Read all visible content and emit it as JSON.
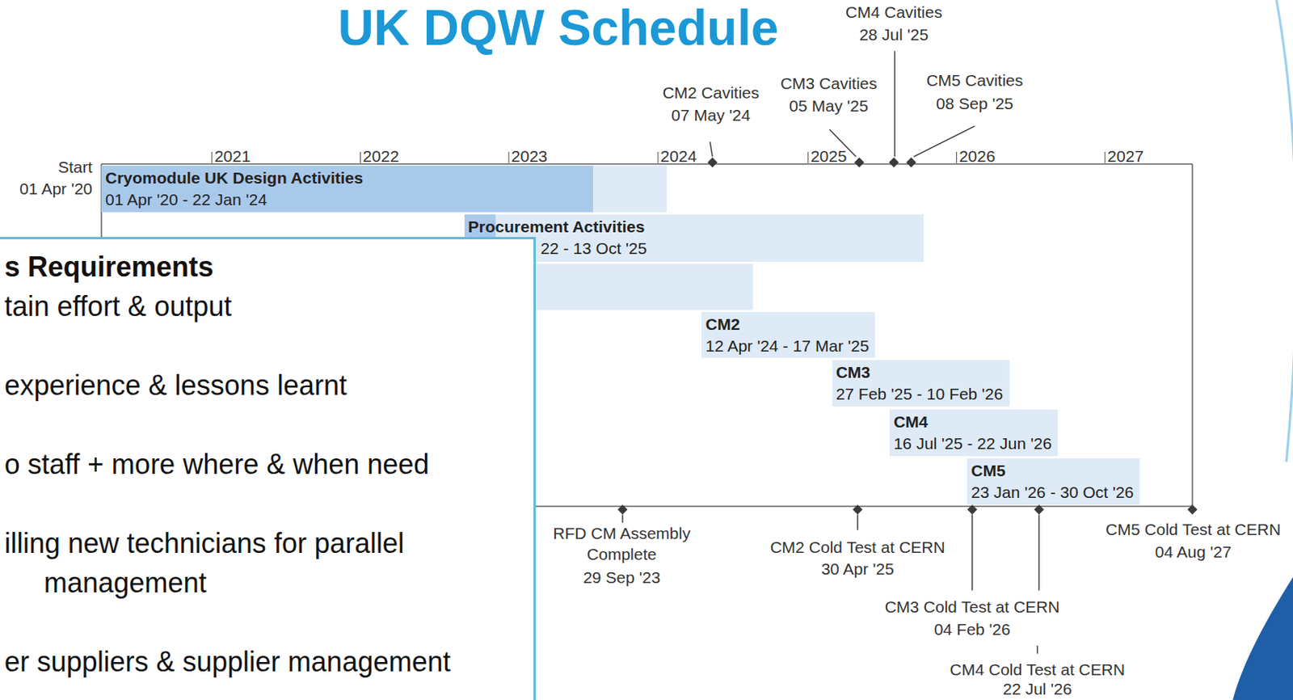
{
  "diagram": {
    "title": "UK DQW Schedule",
    "nodes": [
      {
        "text": [
          "Cryomodule UK Design Activities",
          "01 Apr '20 - 22 Jan '24"
        ]
      },
      {
        "text": [
          "Procurement Activities",
          "22 - 13 Oct '25"
        ]
      },
      {
        "text": [
          "CM2",
          "12 Apr '24 - 17 Mar '25"
        ]
      },
      {
        "text": [
          "CM3",
          "27 Feb '25 - 10 Feb '26"
        ]
      },
      {
        "text": [
          "CM4",
          "16 Jul '25 - 22 Jun '26"
        ]
      },
      {
        "text": [
          "CM5",
          "23 Jan '26 - 30 Oct '26"
        ]
      },
      {
        "text": [
          "s Requirements",
          "tain effort & output",
          "experience & lessons learnt",
          "o staff + more where & when need",
          "illing new technicians for parallel management",
          "er suppliers & supplier management"
        ]
      }
    ],
    "labels": [
      "Start",
      "01 Apr '20",
      "2021",
      "2022",
      "2023",
      "2024",
      "2025",
      "2026",
      "2027",
      "CM2 Cavities",
      "07 May '24",
      "CM3 Cavities",
      "05 May '25",
      "CM4 Cavities",
      "28 Jul '25",
      "CM5 Cavities",
      "08 Sep '25",
      "RFD CM Assembly Complete",
      "29 Sep '23",
      "CM2 Cold Test at CERN",
      "30 Apr '25",
      "CM3 Cold Test at CERN",
      "04 Feb '26",
      "CM4 Cold Test at CERN",
      "22 Jul '26",
      "CM5 Cold Test at CERN",
      "04 Aug '27"
    ]
  }
}
